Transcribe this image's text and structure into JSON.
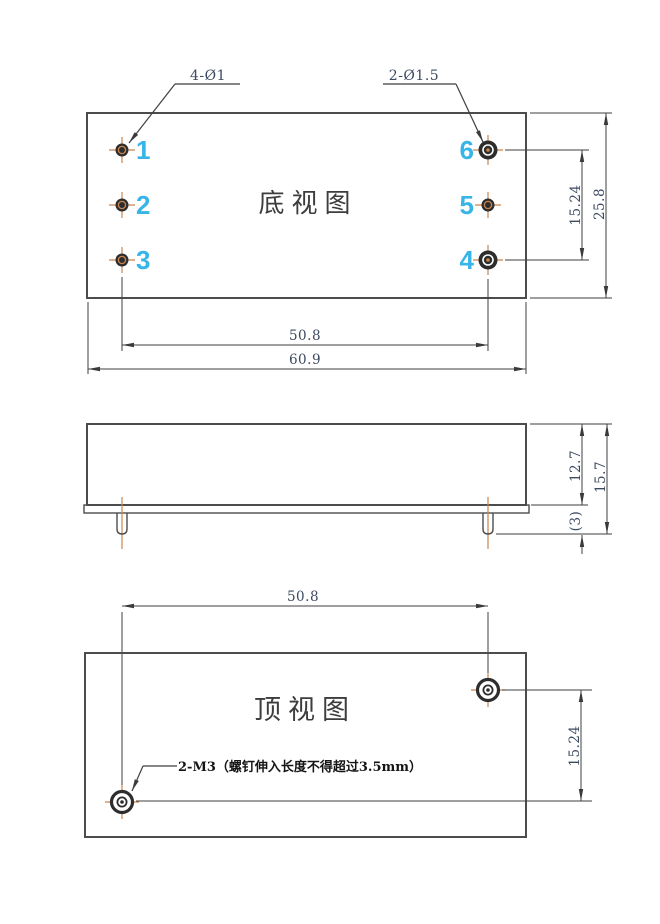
{
  "colors": {
    "line": "#4c4c4c",
    "dimline": "#3f3f3f",
    "dimtext": "#3c4a61",
    "pinnum": "#38b5e8",
    "centerline": "#c9854f"
  },
  "bottom_view": {
    "title": "底视图",
    "hole_label_left": "4-Ø1",
    "hole_label_right": "2-Ø1.5",
    "pin_numbers": [
      "1",
      "2",
      "3",
      "6",
      "5",
      "4"
    ],
    "dims": {
      "pin_row_spacing": "15.24",
      "body_height": "25.8",
      "pin_col_spacing": "50.8",
      "body_width": "60.9"
    }
  },
  "side_view": {
    "dims": {
      "case_height": "12.7",
      "total_height": "15.7",
      "pin_length": "(3)"
    }
  },
  "top_view": {
    "title": "顶视图",
    "annotation": "2-M3（螺钉伸入长度不得超过3.5mm）",
    "dims": {
      "hole_col_spacing": "50.8",
      "hole_row_spacing": "15.24"
    }
  }
}
